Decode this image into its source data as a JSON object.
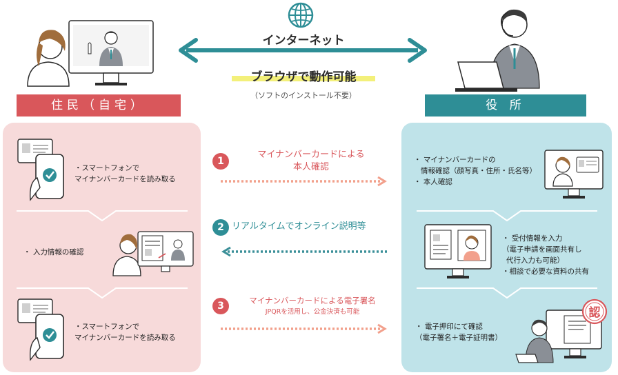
{
  "header": {
    "network_label": "インターネット",
    "browser_label": "ブラウザで動作可能",
    "browser_note": "（ソフトのインストール不要）"
  },
  "resident": {
    "title": "住民（自宅）",
    "steps": [
      {
        "lines": [
          "・スマートフォンで",
          "マイナンバーカードを読み取る"
        ]
      },
      {
        "lines": [
          "・ 入力情報の確認"
        ]
      },
      {
        "lines": [
          "・スマートフォンで",
          "マイナンバーカードを読み取る"
        ]
      }
    ]
  },
  "office": {
    "title": "役 所",
    "steps": [
      {
        "lines": [
          "・ マイナンバーカードの",
          "情報確認（顔写真・住所・氏名等）",
          "・ 本人確認"
        ]
      },
      {
        "lines": [
          "・ 受付情報を入力",
          "（電子申請を画面共有し",
          "代行入力も可能）",
          "・相談で必要な資料の共有"
        ]
      },
      {
        "lines": [
          "・ 電子押印にて確認",
          "（電子署名＋電子証明書）"
        ]
      }
    ],
    "stamp_char": "認"
  },
  "flow": [
    {
      "number": "1",
      "lines": [
        "マイナンバーカードによる",
        "本人確認"
      ],
      "direction": "right",
      "color": "#d9575b"
    },
    {
      "number": "2",
      "lines": [
        "リアルタイムでオンライン説明等"
      ],
      "direction": "left",
      "color": "#2e8e96"
    },
    {
      "number": "3",
      "lines": [
        "マイナンバーカードによる電子署名",
        "JPQRを活用し、公金決済も可能"
      ],
      "direction": "right",
      "color": "#d9575b"
    }
  ],
  "colors": {
    "resident_red": "#d9575b",
    "office_teal": "#2e8e96",
    "resident_panel": "#f7dada",
    "office_panel": "#bfe3e9",
    "highlight_yellow": "#f3f07a",
    "arrow_pink": "#f2a08c",
    "arrow_teal": "#3a8f98"
  },
  "icons": [
    "globe-icon",
    "double-arrow-icon",
    "woman-video-call-icon",
    "man-headset-laptop-icon",
    "phone-card-check-icon",
    "monitor-document-icon",
    "monitor-profile-icon",
    "approval-stamp-icon"
  ]
}
